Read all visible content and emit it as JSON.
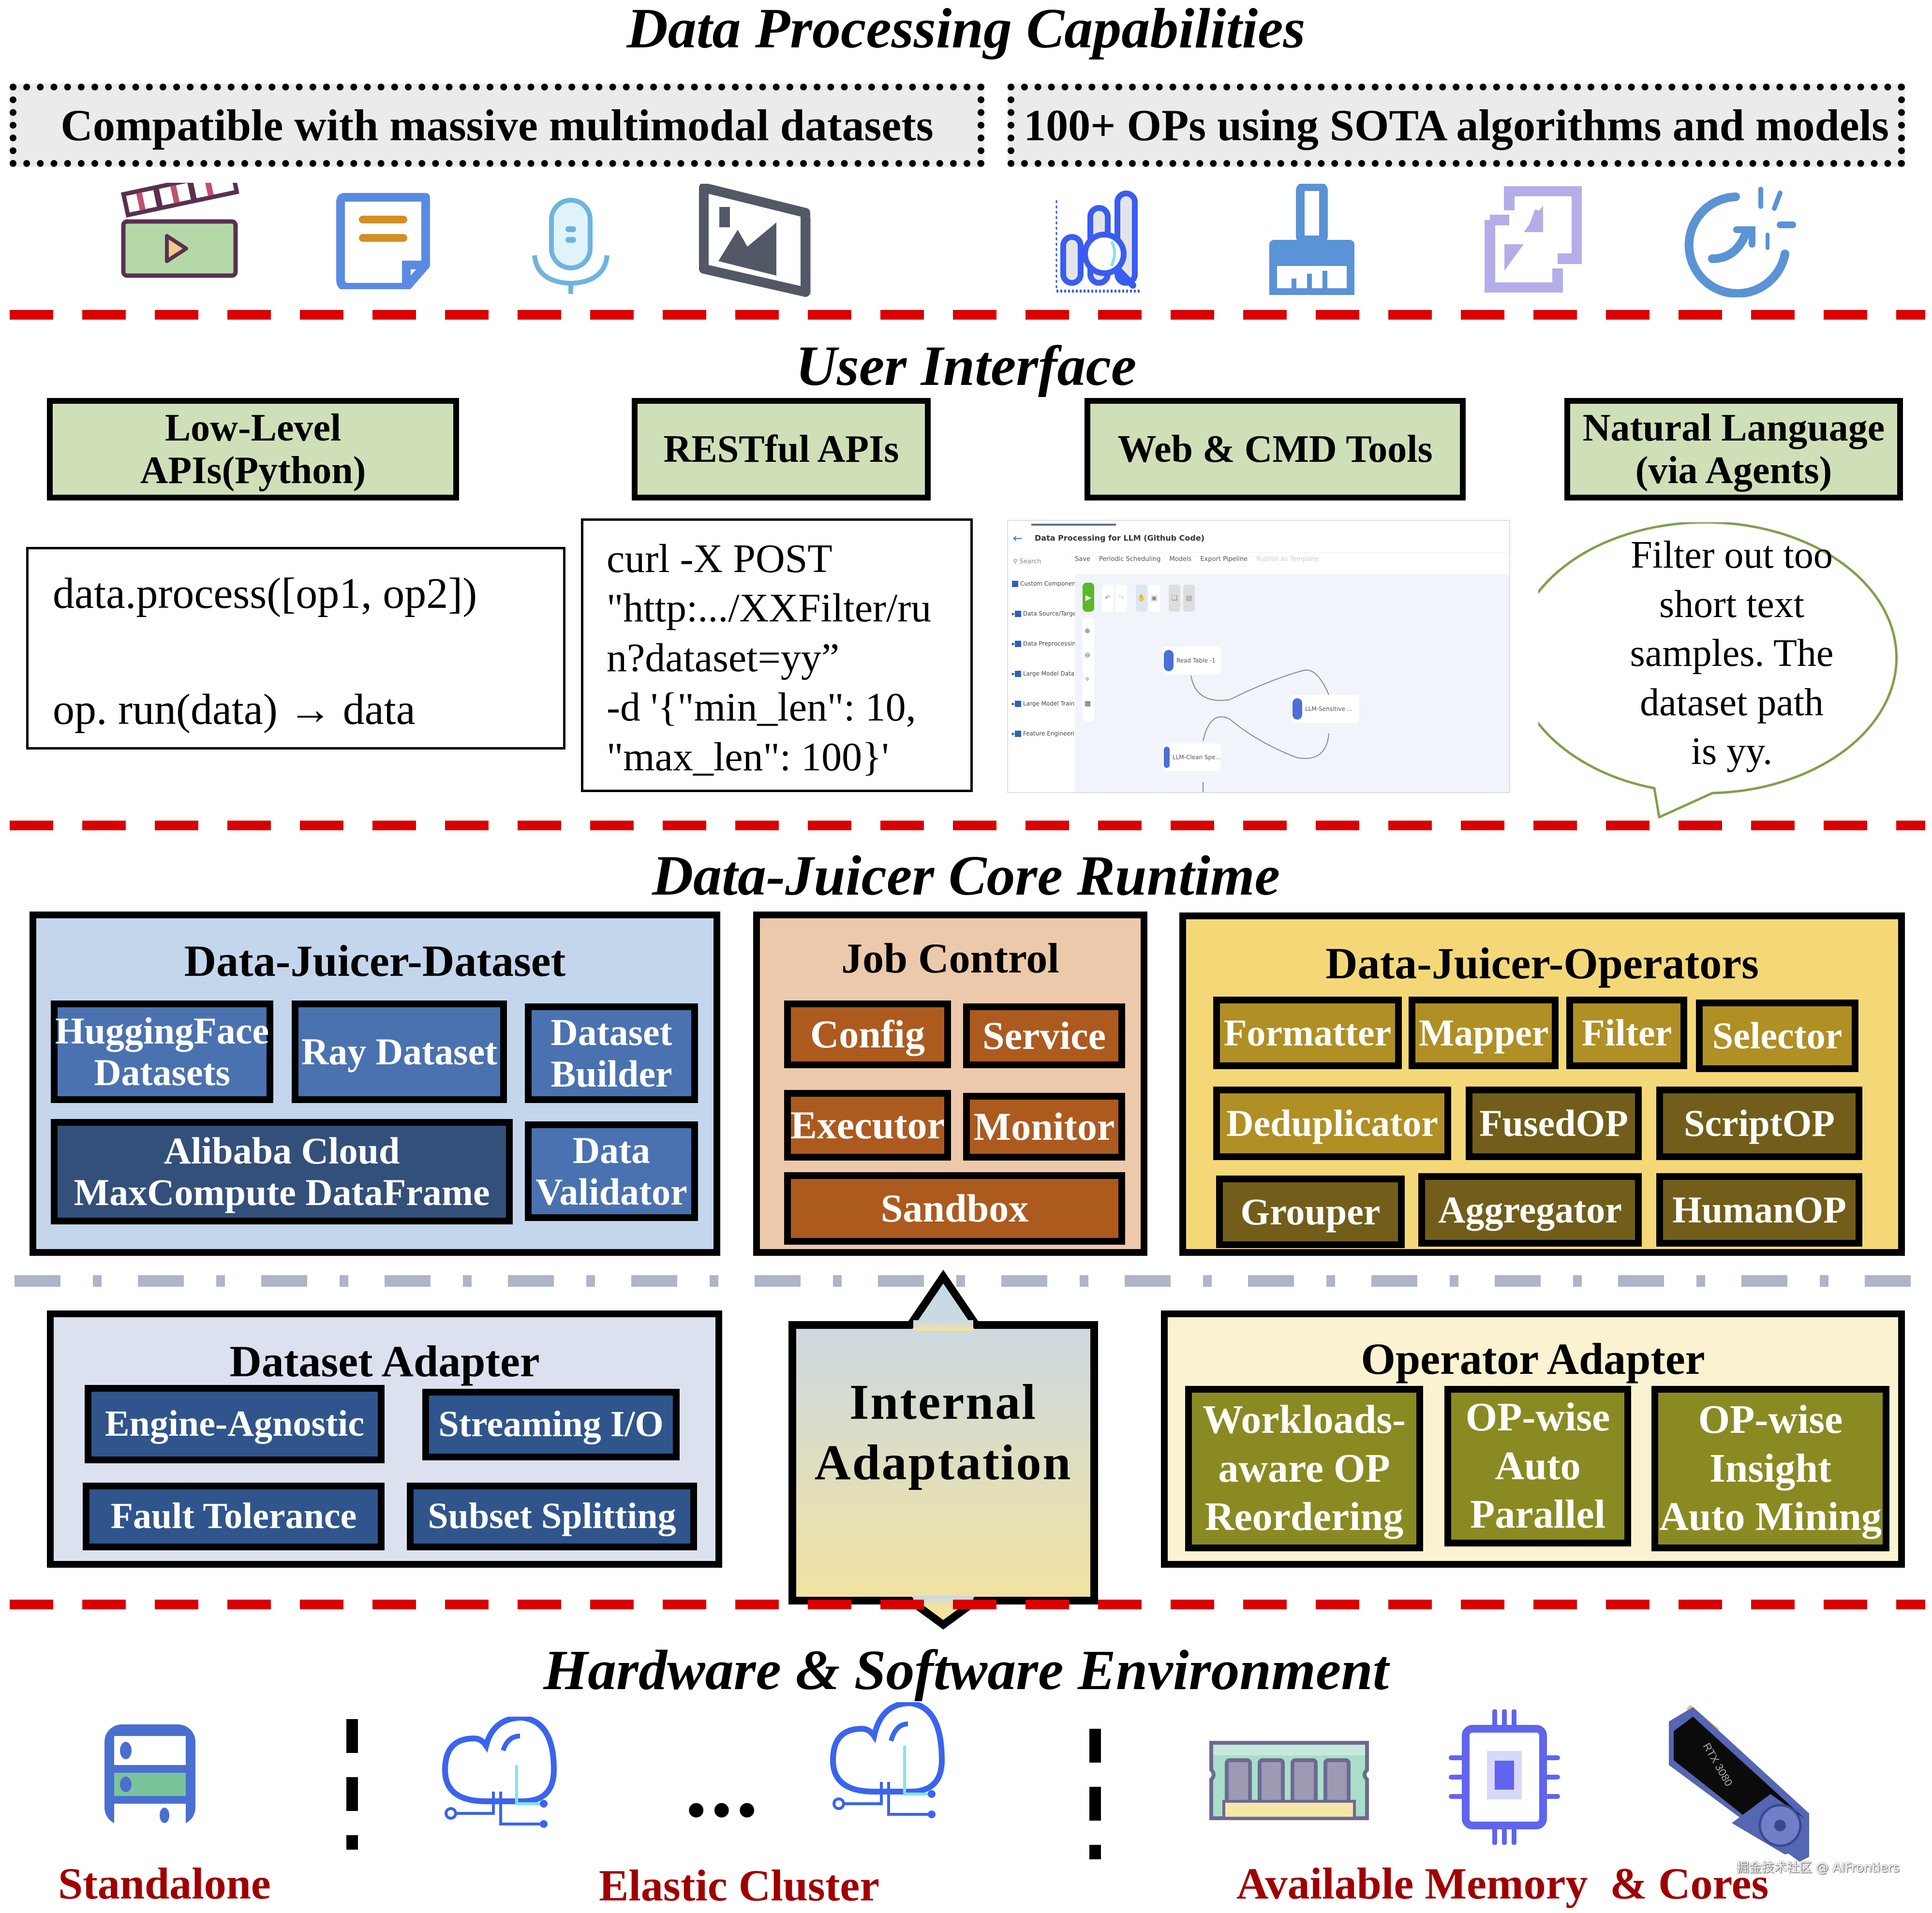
{
  "sections": {
    "capabilities": {
      "title": "Data Processing Capabilities",
      "left_box": "Compatible with massive multimodal datasets",
      "right_box": "100+ OPs using SOTA algorithms and models",
      "left_icons": [
        "video-clapper-icon",
        "text-document-icon",
        "microphone-icon",
        "image-icon"
      ],
      "right_icons": [
        "data-analysis-icon",
        "cleaning-brush-icon",
        "compress-icon",
        "refresh-sync-icon"
      ]
    },
    "user_interface": {
      "title": "User Interface",
      "boxes": [
        {
          "line1": "Low-Level",
          "line2": "APIs(Python)"
        },
        {
          "line1": "RESTful APIs",
          "line2": ""
        },
        {
          "line1": "Web & CMD Tools",
          "line2": ""
        },
        {
          "line1": "Natural Language",
          "line2": "(via Agents)"
        }
      ],
      "python_code": [
        "data.process([op1, op2])",
        "op. run(data) → data"
      ],
      "rest_code": [
        "curl -X POST",
        "\"http:.../XXFilter/ru",
        "n?dataset=yy”",
        "-d '{\"min_len\": 10,",
        "\"max_len\": 100}'"
      ],
      "web_ui": {
        "title": "Data Processing for LLM (Github Code)",
        "search_placeholder": "Search",
        "toolbar": [
          "Save",
          "Periodic Scheduling",
          "Models",
          "Export Pipeline",
          "Publish as Template"
        ],
        "sidebar": [
          "Custom Components",
          "Data Source/Target",
          "Data Preprocessing",
          "Large Model Data Prep...",
          "Large Model Training a...",
          "Feature Engineering"
        ],
        "nodes": [
          "Read Table -1",
          "LLM-Sensitive ...",
          "LLM-Clean Spe..."
        ]
      },
      "agent_bubble": [
        "Filter out too",
        "short text",
        "samples. The",
        "dataset path",
        "is yy."
      ]
    },
    "core_runtime": {
      "title": "Data-Juicer Core Runtime",
      "dataset": {
        "title": "Data-Juicer-Dataset",
        "items": [
          {
            "line1": "HuggingFace",
            "line2": "Datasets"
          },
          {
            "line1": "Ray Dataset",
            "line2": ""
          },
          {
            "line1": "Dataset",
            "line2": "Builder"
          },
          {
            "line1": "Alibaba Cloud",
            "line2": "MaxCompute DataFrame"
          },
          {
            "line1": "Data",
            "line2": "Validator"
          }
        ]
      },
      "job_control": {
        "title": "Job Control",
        "items": [
          "Config",
          "Service",
          "Executor",
          "Monitor",
          "Sandbox"
        ]
      },
      "operators": {
        "title": "Data-Juicer-Operators",
        "items": [
          "Formatter",
          "Mapper",
          "Filter",
          "Selector",
          "Deduplicator",
          "FusedOP",
          "ScriptOP",
          "Grouper",
          "Aggregator",
          "HumanOP"
        ]
      },
      "dataset_adapter": {
        "title": "Dataset Adapter",
        "items": [
          "Engine-Agnostic",
          "Streaming I/O",
          "Fault Tolerance",
          "Subset Splitting"
        ]
      },
      "internal_adaptation": {
        "line1": "Internal",
        "line2": "Adaptation"
      },
      "operator_adapter": {
        "title": "Operator Adapter",
        "items": [
          [
            "Workloads-",
            "aware OP",
            "Reordering"
          ],
          [
            "OP-wise",
            "Auto",
            "Parallel"
          ],
          [
            "OP-wise",
            "Insight",
            "Auto Mining"
          ]
        ]
      }
    },
    "hardware": {
      "title": "Hardware & Software Environment",
      "labels": {
        "standalone": "Standalone",
        "cluster": "Elastic Cluster",
        "resources": "Available Memory  & Cores"
      },
      "ellipsis": "•••",
      "gpu_text": "RTX 3080"
    },
    "watermark": "掘金技术社区 @ AIFrontiers"
  },
  "colors": {
    "divider_red": "#d90000",
    "divider_gray": "#aeb5c8",
    "ui_green": "#cfe0b8",
    "dataset_bg": "#c4d6ec",
    "dataset_item": "#4a72b0",
    "job_bg": "#ecc9aa",
    "job_item": "#ad5a1f",
    "ops_bg": "#f4d878",
    "ops_item_light": "#b08f24",
    "ops_item_dark": "#725e1a",
    "adapter_bg": "#dce1f0",
    "adapter_item": "#2f558c",
    "op_adapter_bg": "#fbf2d1",
    "op_adapter_item": "#8a8a22",
    "hw_label": "#a00000"
  }
}
